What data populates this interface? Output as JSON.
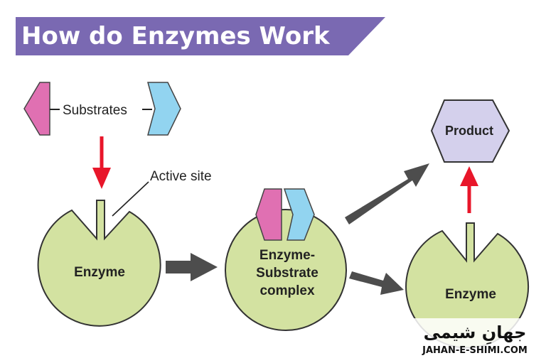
{
  "title": "How do Enzymes Work",
  "labels": {
    "substrates": "Substrates",
    "active_site": "Active site",
    "enzyme_left": "Enzyme",
    "complex_line1": "Enzyme-",
    "complex_line2": "Substrate",
    "complex_line3": "complex",
    "enzyme_right": "Enzyme",
    "product": "Product"
  },
  "watermark": {
    "arabic": "جهانِ شیمی",
    "url": "JAHAN-E-SHIMI.COM"
  },
  "colors": {
    "title_banner": "#7a69b2",
    "enzyme_fill": "#d3e2a1",
    "substrate_pink": "#e070b2",
    "substrate_blue": "#92d4f0",
    "product_fill": "#d4d0ec",
    "arrow_red": "#e8162a",
    "arrow_gray": "#4d4d4d"
  }
}
